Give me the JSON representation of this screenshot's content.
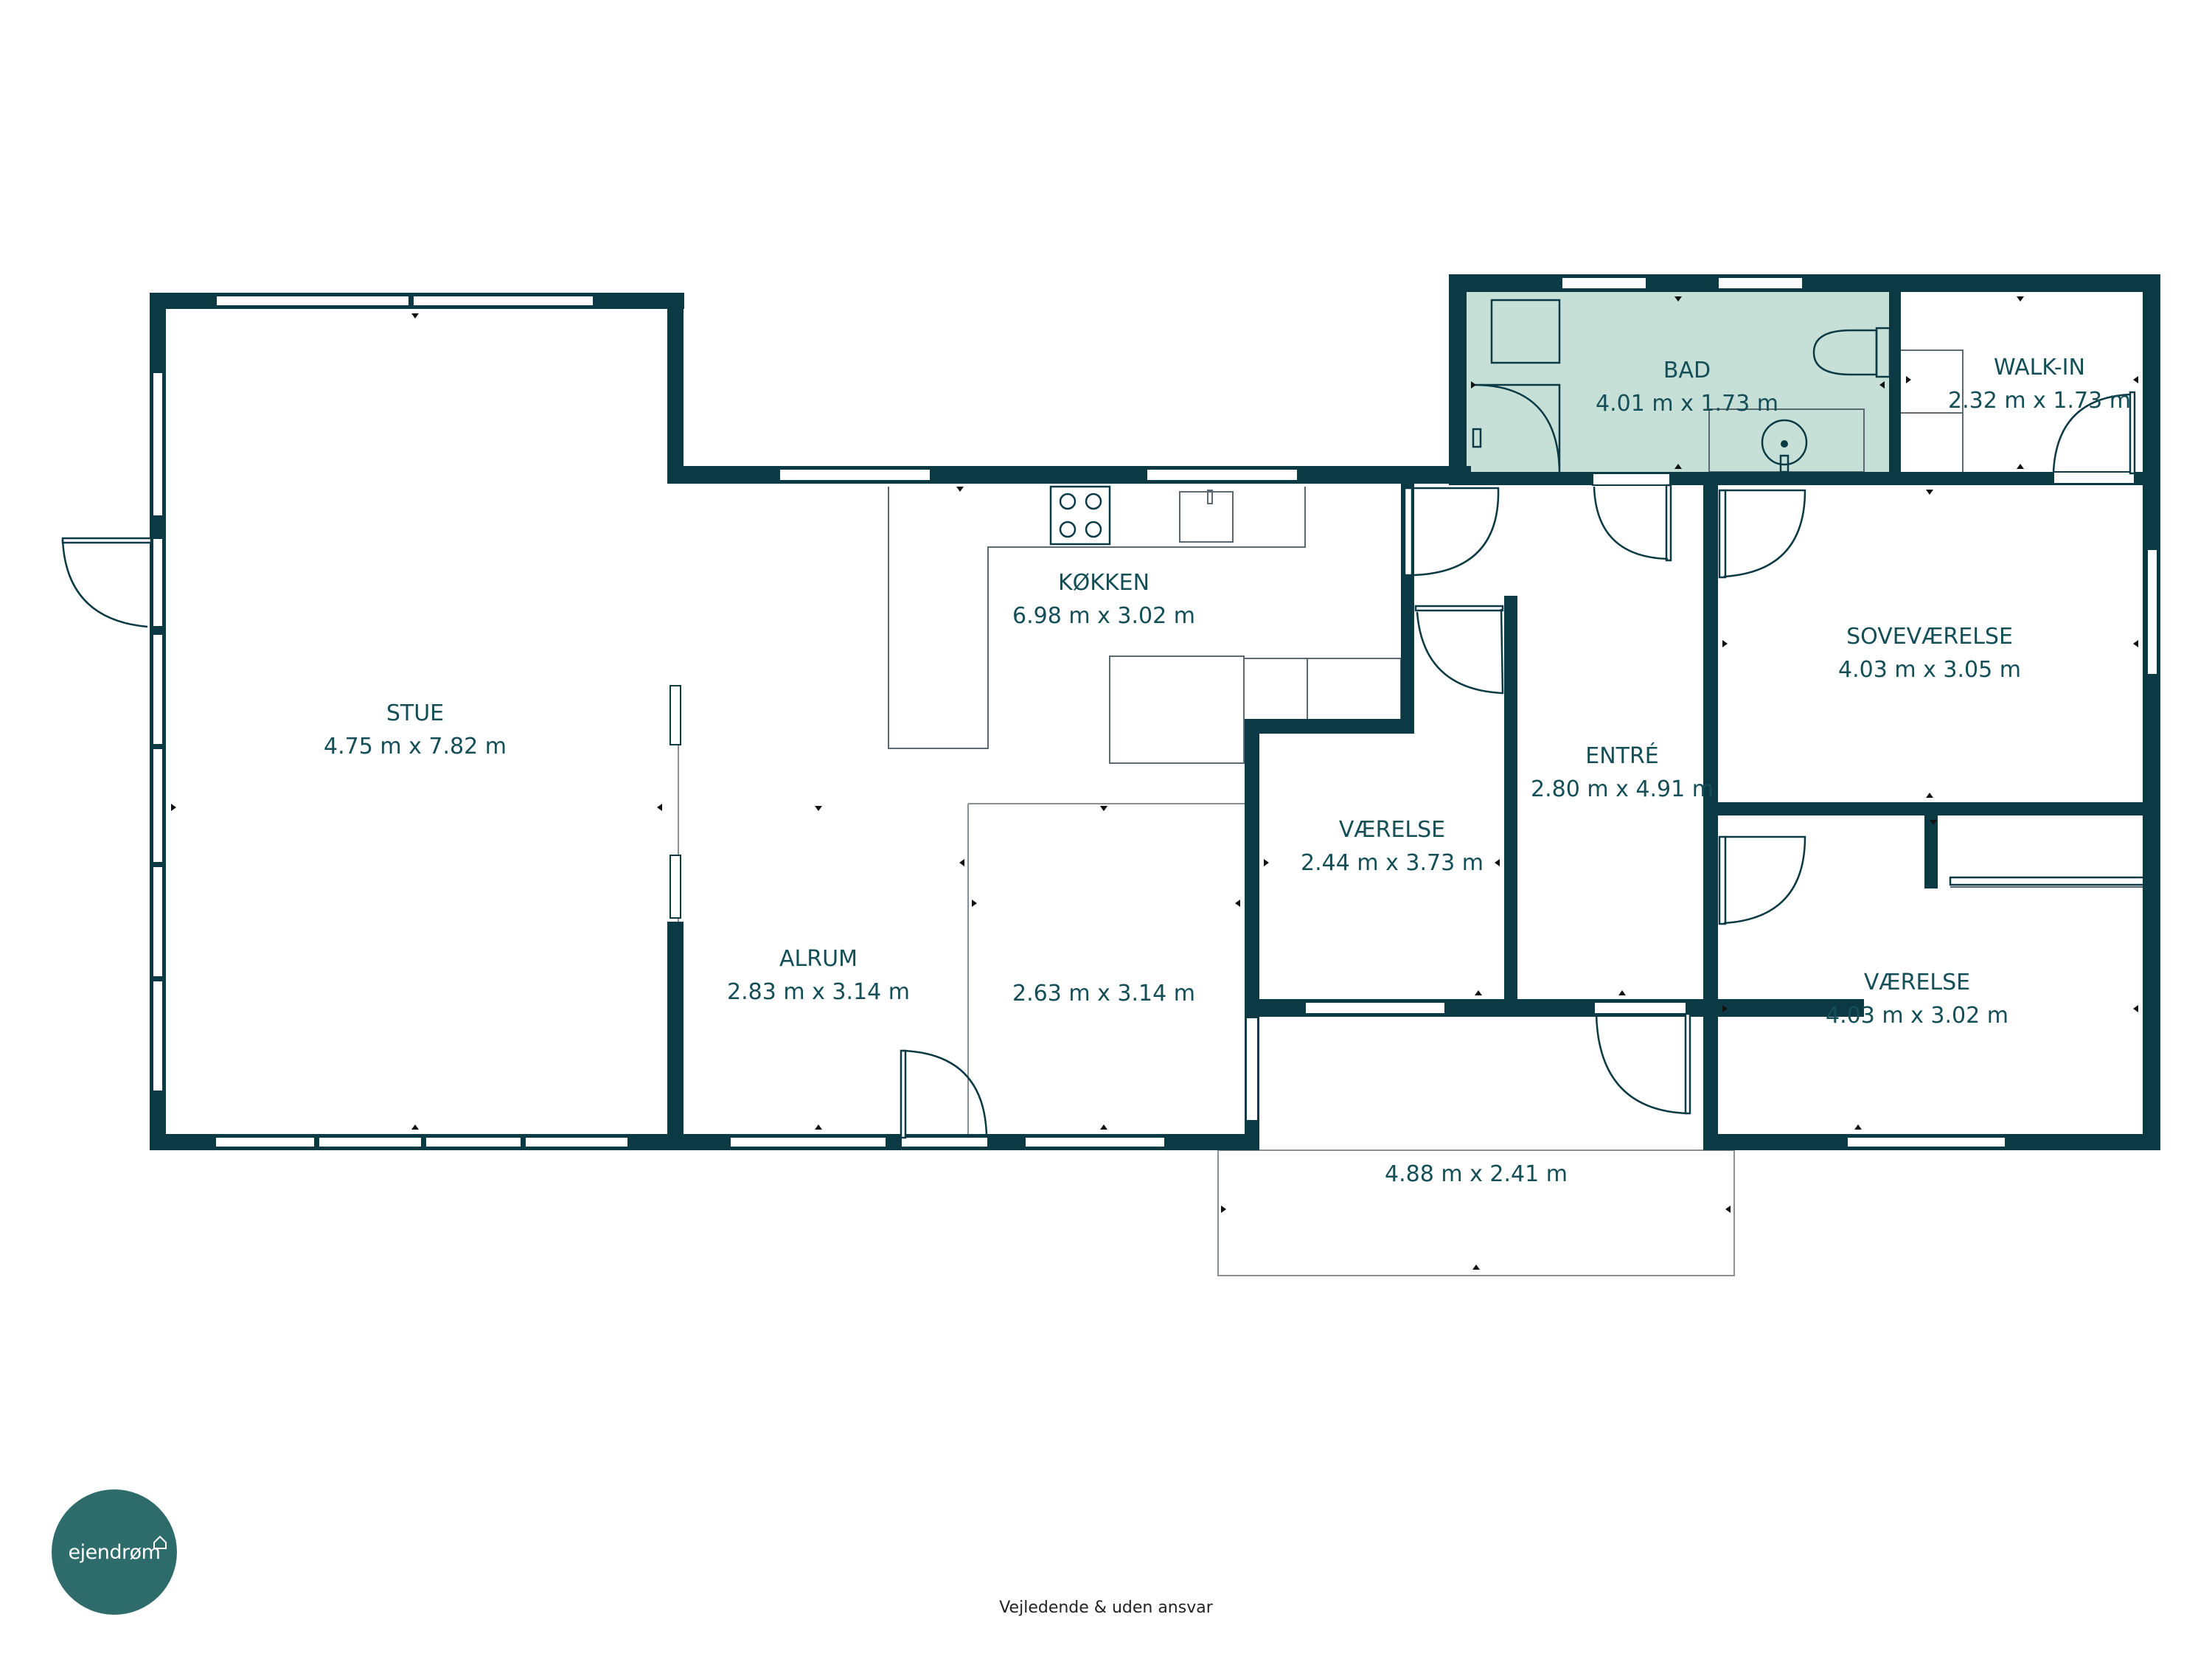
{
  "brand": {
    "logo_text": "ejendrøm",
    "logo_color": "#2e6b6b"
  },
  "colors": {
    "wall": "#0c3a44",
    "label": "#144e57",
    "bathroom_fill": "#c6e0d8"
  },
  "disclaimer": "Vejledende & uden ansvar",
  "rooms": {
    "stue": {
      "name": "STUE",
      "size": "4.75 m x 7.82 m"
    },
    "koekken": {
      "name": "KØKKEN",
      "size": "6.98 m x 3.02 m"
    },
    "alrum": {
      "name": "ALRUM",
      "size": "2.83 m x 3.14 m"
    },
    "alrum_east": {
      "size": "2.63 m x 3.14 m"
    },
    "bad": {
      "name": "BAD",
      "size": "4.01 m x 1.73 m"
    },
    "walkin": {
      "name": "WALK-IN",
      "size": "2.32 m x 1.73 m"
    },
    "soveverelse": {
      "name": "SOVEVÆRELSE",
      "size": "4.03 m x 3.05 m"
    },
    "entre": {
      "name": "ENTRÉ",
      "size": "2.80 m x 4.91 m"
    },
    "vaerelse_small": {
      "name": "VÆRELSE",
      "size": "2.44 m x 3.73 m"
    },
    "vaerelse_large": {
      "name": "VÆRELSE",
      "size": "4.03 m x 3.02 m"
    },
    "terrace": {
      "size": "4.88 m x 2.41 m"
    }
  }
}
